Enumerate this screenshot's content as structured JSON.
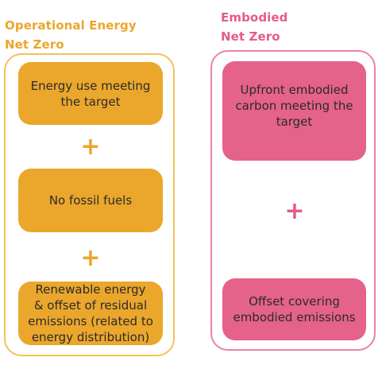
{
  "left_column": {
    "title_line1": "Operational Energy",
    "title_line2": "Net Zero",
    "color": "#eaa72c",
    "boxes": [
      {
        "lines": [
          "Energy use meeting",
          "the target"
        ]
      },
      {
        "lines": [
          "No fossil fuels"
        ]
      },
      {
        "lines": [
          "Renewable energy",
          "& offset of residual",
          "emissions (related to",
          "energy distribution)"
        ]
      }
    ],
    "plus_symbol": "+"
  },
  "right_column": {
    "title_line1": "Embodied",
    "title_line2": "Net Zero",
    "color": "#e5628a",
    "boxes": [
      {
        "lines": [
          "Upfront embodied",
          "carbon meeting the",
          "target"
        ]
      },
      {
        "lines": [
          "Offset covering",
          "embodied emissions"
        ]
      }
    ],
    "plus_symbol": "+"
  }
}
